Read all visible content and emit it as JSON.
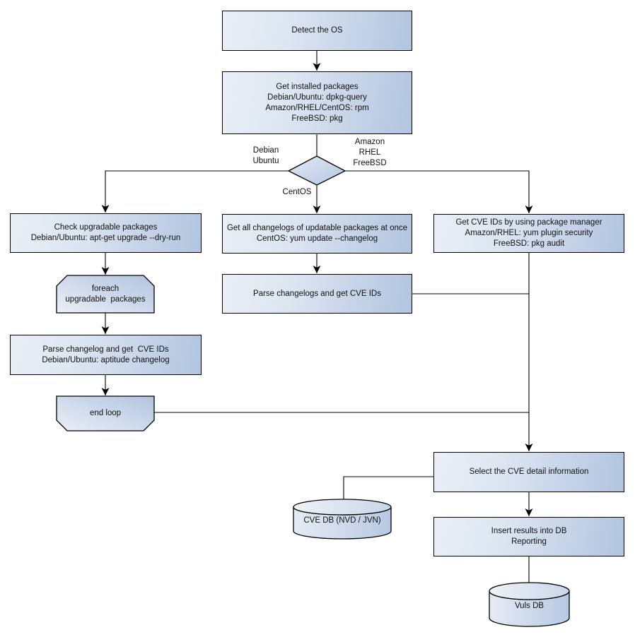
{
  "colors": {
    "node_fill_light": "#eaeff7",
    "node_fill_dark": "#b2c4df",
    "border": "#000000",
    "line": "#000000",
    "text": "#111111",
    "background": "#ffffff"
  },
  "nodes": {
    "detect_os": {
      "lines": [
        "Detect the OS"
      ]
    },
    "get_installed_packages": {
      "lines": [
        "Get installed packages",
        "Debian/Ubuntu: dpkg-query",
        "Amazon/RHEL/CentOS: rpm",
        "FreeBSD: pkg"
      ]
    },
    "check_upgradable": {
      "lines": [
        "Check upgradable packages",
        "Debian/Ubuntu: apt-get upgrade --dry-run"
      ]
    },
    "foreach_loop": {
      "lines": [
        "foreach",
        "upgradable  packages"
      ]
    },
    "parse_changelog_left": {
      "lines": [
        "Parse changelog and get  CVE IDs",
        "Debian/Ubuntu: aptitude changelog"
      ]
    },
    "end_loop": {
      "lines": [
        "end loop"
      ]
    },
    "get_all_changelogs": {
      "lines": [
        "Get all changelogs of updatable packages at once",
        "CentOS: yum update --changelog"
      ]
    },
    "parse_changelogs_mid": {
      "lines": [
        "Parse changelogs and get CVE IDs"
      ]
    },
    "get_cve_ids_right": {
      "lines": [
        "Get CVE IDs by using package manager",
        "Amazon/RHEL: yum plugin security",
        "FreeBSD: pkg audit"
      ]
    },
    "select_cve_detail": {
      "lines": [
        "Select the CVE detail information"
      ]
    },
    "insert_results": {
      "lines": [
        "Insert results into DB",
        "Reporting"
      ]
    },
    "cve_db": {
      "lines": [
        "CVE DB (NVD / JVN)"
      ]
    },
    "vuls_db": {
      "lines": [
        "Vuls DB"
      ]
    }
  },
  "edge_labels": {
    "debian_ubuntu": {
      "lines": [
        "Debian",
        "Ubuntu"
      ]
    },
    "amazon_rhel_freebsd": {
      "lines": [
        "Amazon",
        "RHEL",
        "FreeBSD"
      ]
    },
    "centos": {
      "lines": [
        "CentOS"
      ]
    }
  }
}
